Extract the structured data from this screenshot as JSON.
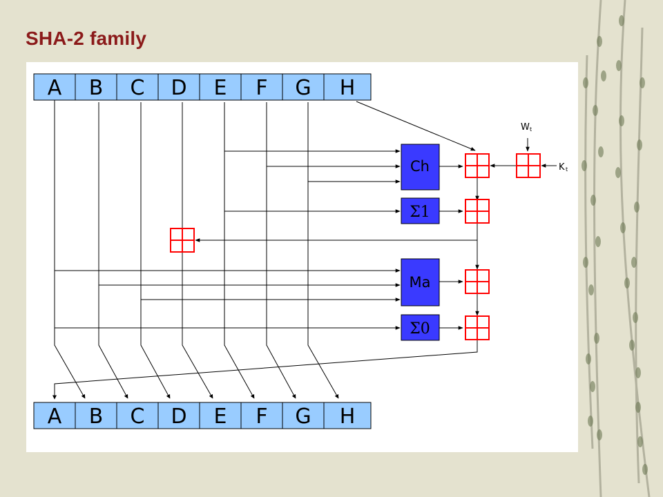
{
  "slide": {
    "title": "SHA-2 family",
    "background_color": "#e4e2cf",
    "title_color": "#8b1a1a"
  },
  "diagram": {
    "registers_top": [
      "A",
      "B",
      "C",
      "D",
      "E",
      "F",
      "G",
      "H"
    ],
    "registers_bottom": [
      "A",
      "B",
      "C",
      "D",
      "E",
      "F",
      "G",
      "H"
    ],
    "functions": {
      "ch": "Ch",
      "sigma1": "Σ1",
      "ma": "Ma",
      "sigma0": "Σ0"
    },
    "inputs": {
      "w": "W",
      "w_sub": "t",
      "k": "K",
      "k_sub": "t"
    },
    "colors": {
      "register_fill": "#99ccff",
      "function_fill": "#3a3aff",
      "adder_stroke": "#ff0000",
      "line": "#000000"
    }
  }
}
